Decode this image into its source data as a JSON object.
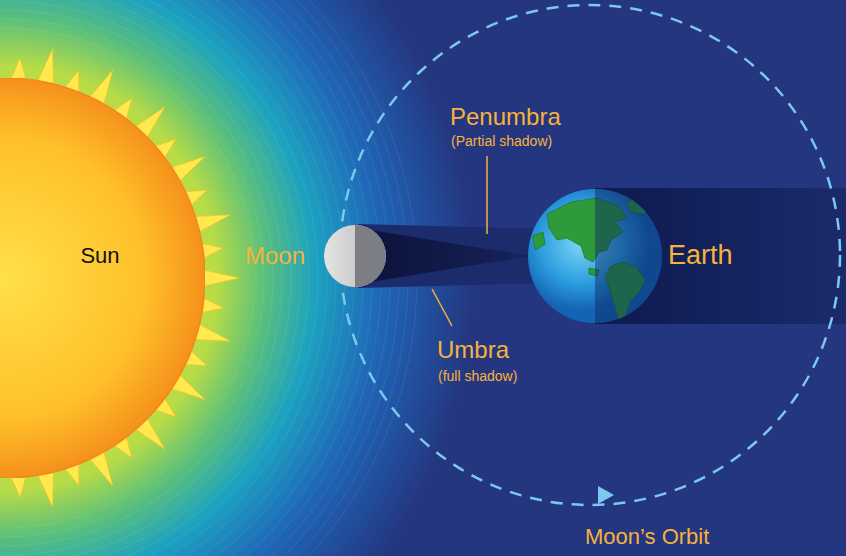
{
  "diagram": {
    "nodes": [
      {
        "text": [
          "Sun"
        ]
      },
      {
        "text": [
          "Moon"
        ]
      },
      {
        "text": [
          "Earth"
        ]
      }
    ],
    "labels": [
      "Penumbra",
      "(Partial shadow)",
      "Umbra",
      "(full shadow)",
      "Moon’s Orbit"
    ]
  }
}
